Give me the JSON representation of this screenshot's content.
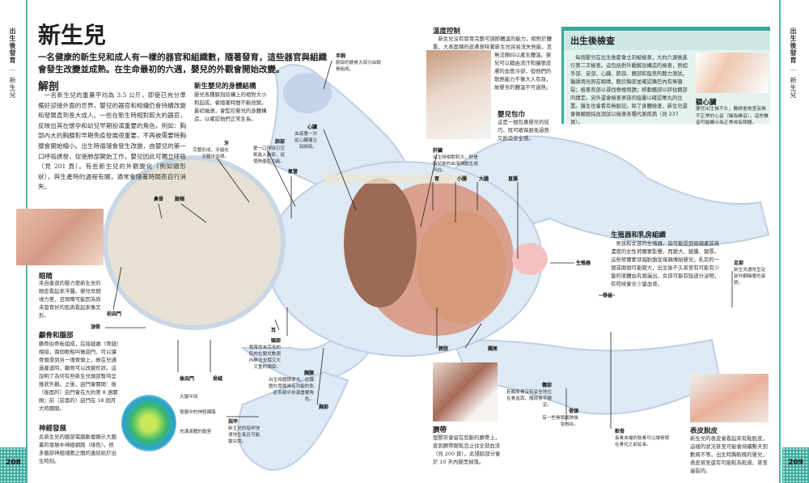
{
  "section": {
    "chapter": "出生後發育",
    "topic": "新生兒"
  },
  "page_left": "208",
  "page_right": "209",
  "title": "新生兒",
  "subtitle": "一名健康的新生兒和成人有一樣的器官和組織數，隨著發育，這些器官與組織會發生改變並成熟。在生命最初的六週，嬰兒的外觀會開始改變。",
  "anatomy": {
    "heading": "解剖",
    "body": "一名新生兒的重量平均為 3.5 公斤，即使已充分準備好迎接外面的世界，嬰兒的器官和組織仍會持續改變和發展直到長大成人。一些在新生時相對較大的器官，反映出其在懷孕和幼兒早期扮演重要的角色，例如：胸部內大的胸腺對早期免疫發展很重要，不再被需要時胸腺會開始縮小。出生時循環會發生改變，由嬰兒的第一口呼吸誘發，促使肺部開始工作，嬰兒因此可獨立呼吸（見 201 頁）。有些新生兒的外觀變化（例如頭形狀），與生產時的過程有關，通常會隨著時間而自行消失。"
  },
  "body_structure": {
    "heading": "新生嬰兒的身體結構",
    "body": "嬰兒各種解剖結構上的相對大小和起成，會隨著時間不斷改變。最初幾週，會監控嬰兒的身體構造，以確認他們正常生長。"
  },
  "eyes": {
    "heading": "眼睛",
    "body": "來自產道的壓力使新生兒的眼皮看起來浮腫。嬰兒早期視力差，且眼睛可能因為尚未發育好的肌肉看起來像叉形。"
  },
  "skull": {
    "heading": "顱骨和腦部",
    "body": "顱骨由骨板組成，在接縫處（骨縫）相接，兩個軟點叫做囟門，可以讓骨頭滑到另一塊骨頭上，故在兒通過產道時，顱骨可以改變形狀。這說明了為何有些新生兒頭部暫時呈錐狀外觀。之後，囟門會關閉：後（後面的）囟門會在大約第 8 週關閉；前（前面的）囟門在 18 個月大時關閉。"
  },
  "neural": {
    "heading": "神經發展",
    "body": "此新生兒的腦部電腦斷層顯示大腦裏的發展中神經網路（綠色）。很多腦部神經細胞之間的連結始於出生時刻。"
  },
  "temperature": {
    "heading": "溫度控制",
    "body1": "新生兒沒有發育完整可調節體溫的能力，相對於體重，大表面積的皮膚意味著新生兒容易流失熱能，且無法顫抖以產生體溫。嬰兒可以藉由流汗和擴張皮膚的血管冷卻，但他們的散熱能力不像大人有效，故嬰兒的體溫不可過熱。"
  },
  "swaddle": {
    "heading": "嬰兒包巾",
    "body": "這是一個包裹嬰兒的技巧，既可確保避免過熱又創造安全感。"
  },
  "checkup": {
    "heading": "出生後檢查",
    "body": "每個嬰兒在出生後都會立刻被檢查，大約六週後進行第二次檢查。這包括對外觀解剖構造的檢查，例如手部、足部、心臟、肺部、髖部和陰莖的聽力測試。醫師用光照在眼睛，聽診胸部並確認嘴巴內有無顎裂；檢查背部以尋找脊椎問題；移動髖部以評估髖部的穩定。另外還會檢查男孩的陰囊以確認睪丸的位置。醫生也會看有無胎記。除了身體檢查，新生兒還會做腳跟採血測試以檢查各種代謝疾病（見 237 頁）。",
    "heart_heading": "聽心臟",
    "heart_body": "嬰兒出生後不久，醫師會檢查有無不正常的心音（稱為雜音），這些聲音可能顯示為正常或有問題。"
  },
  "genitals": {
    "heading": "生殖器和乳房組織",
    "body": "男孩和女孩的生殖器，皆可能受到母親產前高濃度的女性荷爾蒙影響，而變大、變腫、變厚。這些荷爾蒙穿越胎盤從母親傳給嬰兒。乳房的一個或兩個可能變大，出生後不久甚至有可能有少量的液體由乳頭漏出。女孩可能有陰道分泌物，有時候會含少量血液。"
  },
  "cord": {
    "heading": "臍帶",
    "body": "塑膠夾會留在剪斷的臍帶上，直到臍帶變乾且止住全部血流（見 200 頁）。此殘餘部分會於 10 天內變黑掉落。"
  },
  "peeling": {
    "heading": "表皮脫皮",
    "body": "新生兒的表皮會看起來有點脫皮，這樣的狀況甚至可能會持續數天到數周不等。出生時胸較晚的嬰兒，表皮甚至還有可能較為乾燥、甚至龜裂的。"
  },
  "labels": {
    "hand": {
      "t": "手腕",
      "d": "腕部的腕骨大部分由軟骨組成。"
    },
    "heart": {
      "t": "心臟",
      "d": "血液第一次從心臟灌注到肺部。"
    },
    "lungs": {
      "t": "肺部",
      "d": "第一口呼吸引空氣進入肺部，促使肺產生功能。"
    },
    "teeth": {
      "t": "牙",
      "d": "完整形成，牙齒在牙齦中出現。"
    },
    "trachea": "氣管",
    "cheek": "臉頰",
    "nose": "鼻骨",
    "frontal": "前囟門",
    "parietal": "頂骨",
    "posterior": "後囟門",
    "suture": "骨縫",
    "ear": "耳",
    "neck": {
      "t": "頸部",
      "d": "發育尚未完全的肌肉在嬰兒數週內無法支撐又大又重的頭部。"
    },
    "thymus": {
      "t": "胸腺",
      "d": "出生時體積很大，此腺體在發展具有功能的免疫系統中扮演重要角色。"
    },
    "chest": "胸部",
    "nails": {
      "t": "指甲",
      "d": "新生兒的指甲快速地生長且可能變尖銳。"
    },
    "liver": {
      "t": "肝臟",
      "d": "出生時相對較大，肝是胎兒新的血液細胞生成所在。"
    },
    "stomach": "胃",
    "small": "小腸",
    "large": "大腸",
    "rectum": "直腸",
    "bladder": "膀胱",
    "appendix": "闌尾",
    "genital": "生殖器",
    "pelvis": "骨盆",
    "hip": {
      "t": "髖部",
      "d": "若髖股骨沒有妥全地位在骨盆窩，髖部會不穩定。"
    },
    "bone": {
      "t": "骨頭",
      "d": "有一些骨頭成熟後會融合。"
    },
    "foot": {
      "t": "足部",
      "d": "新生兒通常呈足部外翻稱著的姿勢。"
    },
    "cartilage": {
      "t": "軟骨",
      "d": "長骨末端的軟骨可以讓骨頭在骨化之前延長。"
    },
    "brain1": "大腦半球",
    "brain2": "發展中的神經網路",
    "brain3": "充滿液體的腦室"
  }
}
